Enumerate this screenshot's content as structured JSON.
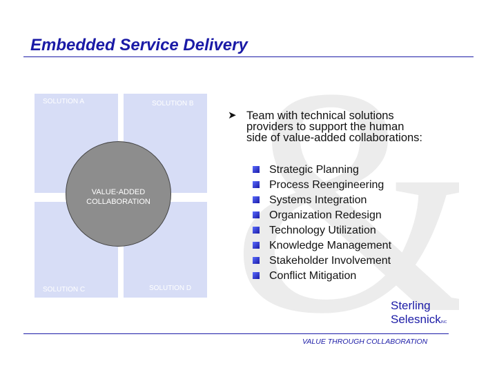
{
  "slide": {
    "title": "Embedded Service Delivery"
  },
  "diagram": {
    "solution_a": "SOLUTION A",
    "solution_b": "SOLUTION B",
    "solution_c": "SOLUTION C",
    "solution_d": "SOLUTION D",
    "center_line1": "VALUE-ADDED",
    "center_line2": "COLLABORATION"
  },
  "main_bullet": {
    "line1": "Team with technical solutions",
    "line2": "providers to support the human",
    "line3": "side of value-added collaborations:"
  },
  "sub_bullets": [
    "Strategic Planning",
    "Process Reengineering",
    "Systems Integration",
    "Organization Redesign",
    "Technology Utilization",
    "Knowledge Management",
    "Stakeholder Involvement",
    "Conflict Mitigation"
  ],
  "logo": {
    "line1": "Sterling",
    "line2": "Selesnick",
    "suffix": "INC"
  },
  "footer": {
    "tagline": "VALUE THROUGH COLLABORATION"
  },
  "colors": {
    "accent": "#1a1aa6",
    "quadrant": "#d7ddf6",
    "circle": "#8d8d8d",
    "watermark": "#ebebeb"
  },
  "icons": {
    "main_bullet": "arrow-bullet-icon",
    "sub_bullet": "square-bullet-icon",
    "watermark": "ampersand-watermark-icon"
  }
}
